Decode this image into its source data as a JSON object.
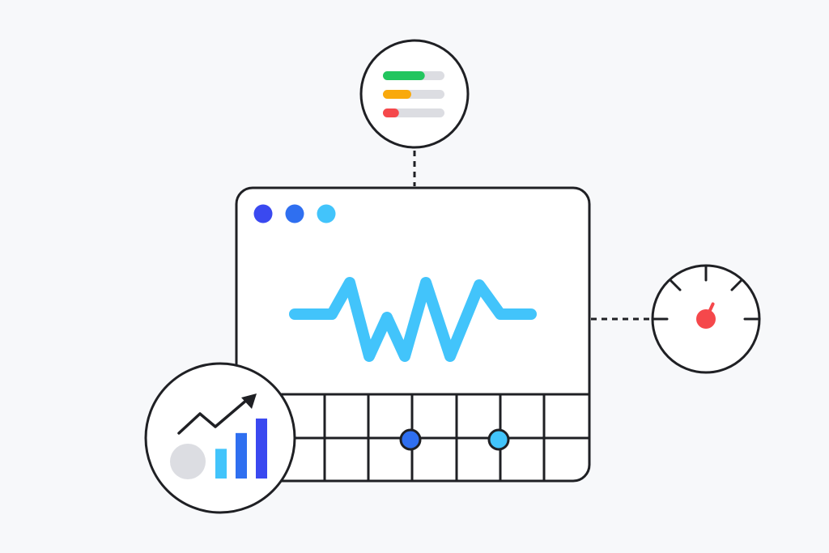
{
  "colors": {
    "background": "#f7f8fa",
    "stroke": "#1f2024",
    "panel": "#ffffff",
    "dot_blue_dark": "#3a49f0",
    "dot_blue_mid": "#2f6ff0",
    "dot_cyan": "#42c4fb",
    "wave": "#42c4fb",
    "gauge_needle": "#f5484b",
    "bar_track": "#dcdde2",
    "bar_green": "#22c55e",
    "bar_orange": "#f9a90c",
    "bar_red": "#f5484b",
    "mini_bar_1": "#42c4fb",
    "mini_bar_2": "#2f6ff0",
    "mini_bar_3": "#3a49f0",
    "placeholder_grey": "#dcdde2"
  },
  "window": {
    "control_dots": [
      "dot_blue_dark",
      "dot_blue_mid",
      "dot_cyan"
    ],
    "grid_markers": [
      "dot_blue_mid",
      "dot_cyan"
    ]
  },
  "status_bars": [
    {
      "name": "status-bar-good",
      "level": 0.68,
      "color": "bar_green"
    },
    {
      "name": "status-bar-warning",
      "level": 0.46,
      "color": "bar_orange"
    },
    {
      "name": "status-bar-critical",
      "level": 0.26,
      "color": "bar_red"
    }
  ],
  "gauge": {
    "level": 0.65
  },
  "growth": {
    "bar_levels": [
      0.47,
      0.72,
      0.95
    ]
  },
  "icons": [
    "pulse-wave-icon",
    "speedometer-icon",
    "trend-arrow-icon",
    "status-bars-icon"
  ]
}
